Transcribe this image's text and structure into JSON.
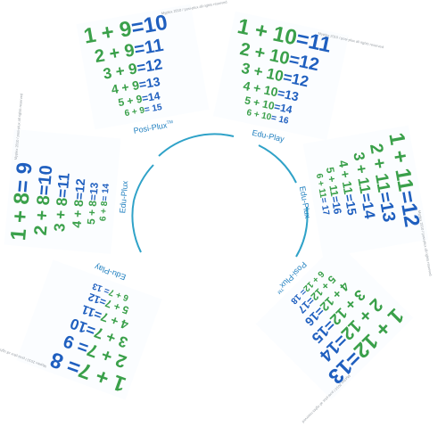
{
  "colors": {
    "addend_green": "#3aa04a",
    "sum_blue": "#1f5fbf",
    "brand_blue": "#1f7fbf",
    "ring": "#2fa2c8"
  },
  "copyright": "Myplex 2010 / posi-plux all rights reserved",
  "fans": [
    {
      "id": "fan-9",
      "brand": "Posi-Plux",
      "brand_tm": "TM",
      "equations": [
        {
          "lhs": "1 + 9",
          "rhs": "=10"
        },
        {
          "lhs": "2 + 9",
          "rhs": "=11"
        },
        {
          "lhs": "3 + 9",
          "rhs": "=12"
        },
        {
          "lhs": "4 + 9",
          "rhs": "=13"
        },
        {
          "lhs": "5 + 9",
          "rhs": "=14"
        },
        {
          "lhs": "6 + 9",
          "rhs": "= 15"
        }
      ]
    },
    {
      "id": "fan-10",
      "brand": "Edu-Play",
      "brand_tm": "",
      "equations": [
        {
          "lhs": "1 + 10",
          "rhs": "=11"
        },
        {
          "lhs": "2 + 10",
          "rhs": "=12"
        },
        {
          "lhs": "3 + 10",
          "rhs": "=12"
        },
        {
          "lhs": "4 + 10",
          "rhs": "=13"
        },
        {
          "lhs": "5 + 10",
          "rhs": "=14"
        },
        {
          "lhs": "6 + 10",
          "rhs": "= 16"
        }
      ]
    },
    {
      "id": "fan-11",
      "brand": "Edu-Plux",
      "brand_tm": "",
      "equations": [
        {
          "lhs": "1 + 11",
          "rhs": "=12"
        },
        {
          "lhs": "2 + 11",
          "rhs": "=13"
        },
        {
          "lhs": "3 + 11",
          "rhs": "=14"
        },
        {
          "lhs": "4 + 11",
          "rhs": "=15"
        },
        {
          "lhs": "5 + 11",
          "rhs": "=16"
        },
        {
          "lhs": "6 + 11",
          "rhs": "= 17"
        }
      ]
    },
    {
      "id": "fan-12",
      "brand": "Posi-Plux",
      "brand_tm": "TM",
      "equations": [
        {
          "lhs": "1 + 12",
          "rhs": "=13"
        },
        {
          "lhs": "2 + 12",
          "rhs": "=14"
        },
        {
          "lhs": "3 + 12",
          "rhs": "=15"
        },
        {
          "lhs": "4 + 12",
          "rhs": "=16"
        },
        {
          "lhs": "5 + 12",
          "rhs": "=17"
        },
        {
          "lhs": "6 + 12",
          "rhs": "= 18"
        }
      ]
    },
    {
      "id": "fan-7",
      "brand": "Edu-Play",
      "brand_tm": "",
      "equations": [
        {
          "lhs": "1 + 7",
          "rhs": "= 8"
        },
        {
          "lhs": "2 + 7",
          "rhs": "= 9"
        },
        {
          "lhs": "3 + 7",
          "rhs": "=10"
        },
        {
          "lhs": "4 + 7",
          "rhs": "=11"
        },
        {
          "lhs": "5 + 7",
          "rhs": "=12"
        },
        {
          "lhs": "6 + 7",
          "rhs": "= 13"
        }
      ]
    },
    {
      "id": "fan-8",
      "brand": "Edu-Plux",
      "brand_tm": "",
      "equations": [
        {
          "lhs": "1 + 8",
          "rhs": "= 9"
        },
        {
          "lhs": "2 + 8",
          "rhs": "=10"
        },
        {
          "lhs": "3 + 8",
          "rhs": "=11"
        },
        {
          "lhs": "4 + 8",
          "rhs": "=12"
        },
        {
          "lhs": "5 + 8",
          "rhs": "=13"
        },
        {
          "lhs": "6 + 8",
          "rhs": "= 14"
        }
      ]
    }
  ]
}
